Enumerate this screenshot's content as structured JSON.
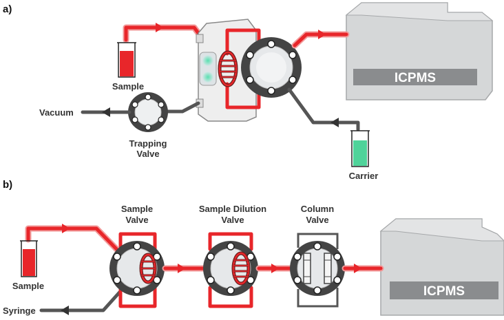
{
  "panel_a": {
    "label": "a)",
    "sample_label": "Sample",
    "vacuum_label": "Vacuum",
    "trapping_valve_label_1": "Trapping",
    "trapping_valve_label_2": "Valve",
    "carrier_label": "Carrier",
    "icpms_label": "ICPMS"
  },
  "panel_b": {
    "label": "b)",
    "sample_valve_label_1": "Sample",
    "sample_valve_label_2": "Valve",
    "dilution_valve_label_1": "Sample Dilution",
    "dilution_valve_label_2": "Valve",
    "column_valve_label_1": "Column",
    "column_valve_label_2": "Valve",
    "sample_label": "Sample",
    "syringe_label": "Syringe",
    "icpms_label": "ICPMS"
  },
  "colors": {
    "tube_red": "#e8262a",
    "tube_dark": "#555555",
    "icpms_body": "#d5d7d8",
    "icpms_bar": "#8a8c8e",
    "sample_fluid": "#e8262a",
    "carrier_fluid": "#4fd39a"
  }
}
